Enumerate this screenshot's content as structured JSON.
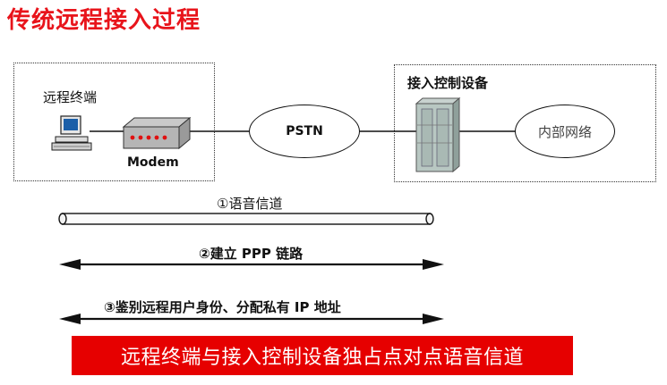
{
  "title": "传统远程接入过程",
  "left_box": {
    "label": "远程终端",
    "device_label": "Modem"
  },
  "cloud": {
    "label": "PSTN"
  },
  "right_box": {
    "label": "接入控制设备",
    "internal_label": "内部网络"
  },
  "steps": [
    {
      "label": "①语音信道"
    },
    {
      "label": "②建立 PPP 链路"
    },
    {
      "label": "③鉴别远程用户身份、分配私有 IP 地址"
    }
  ],
  "banner": "远程终端与接入控制设备独占点对点语音信道",
  "colors": {
    "title": "#e8141b",
    "banner_bg": "#e60000",
    "banner_text": "#ffffff"
  },
  "icons": [
    "computer-icon",
    "modem-icon",
    "server-icon"
  ]
}
